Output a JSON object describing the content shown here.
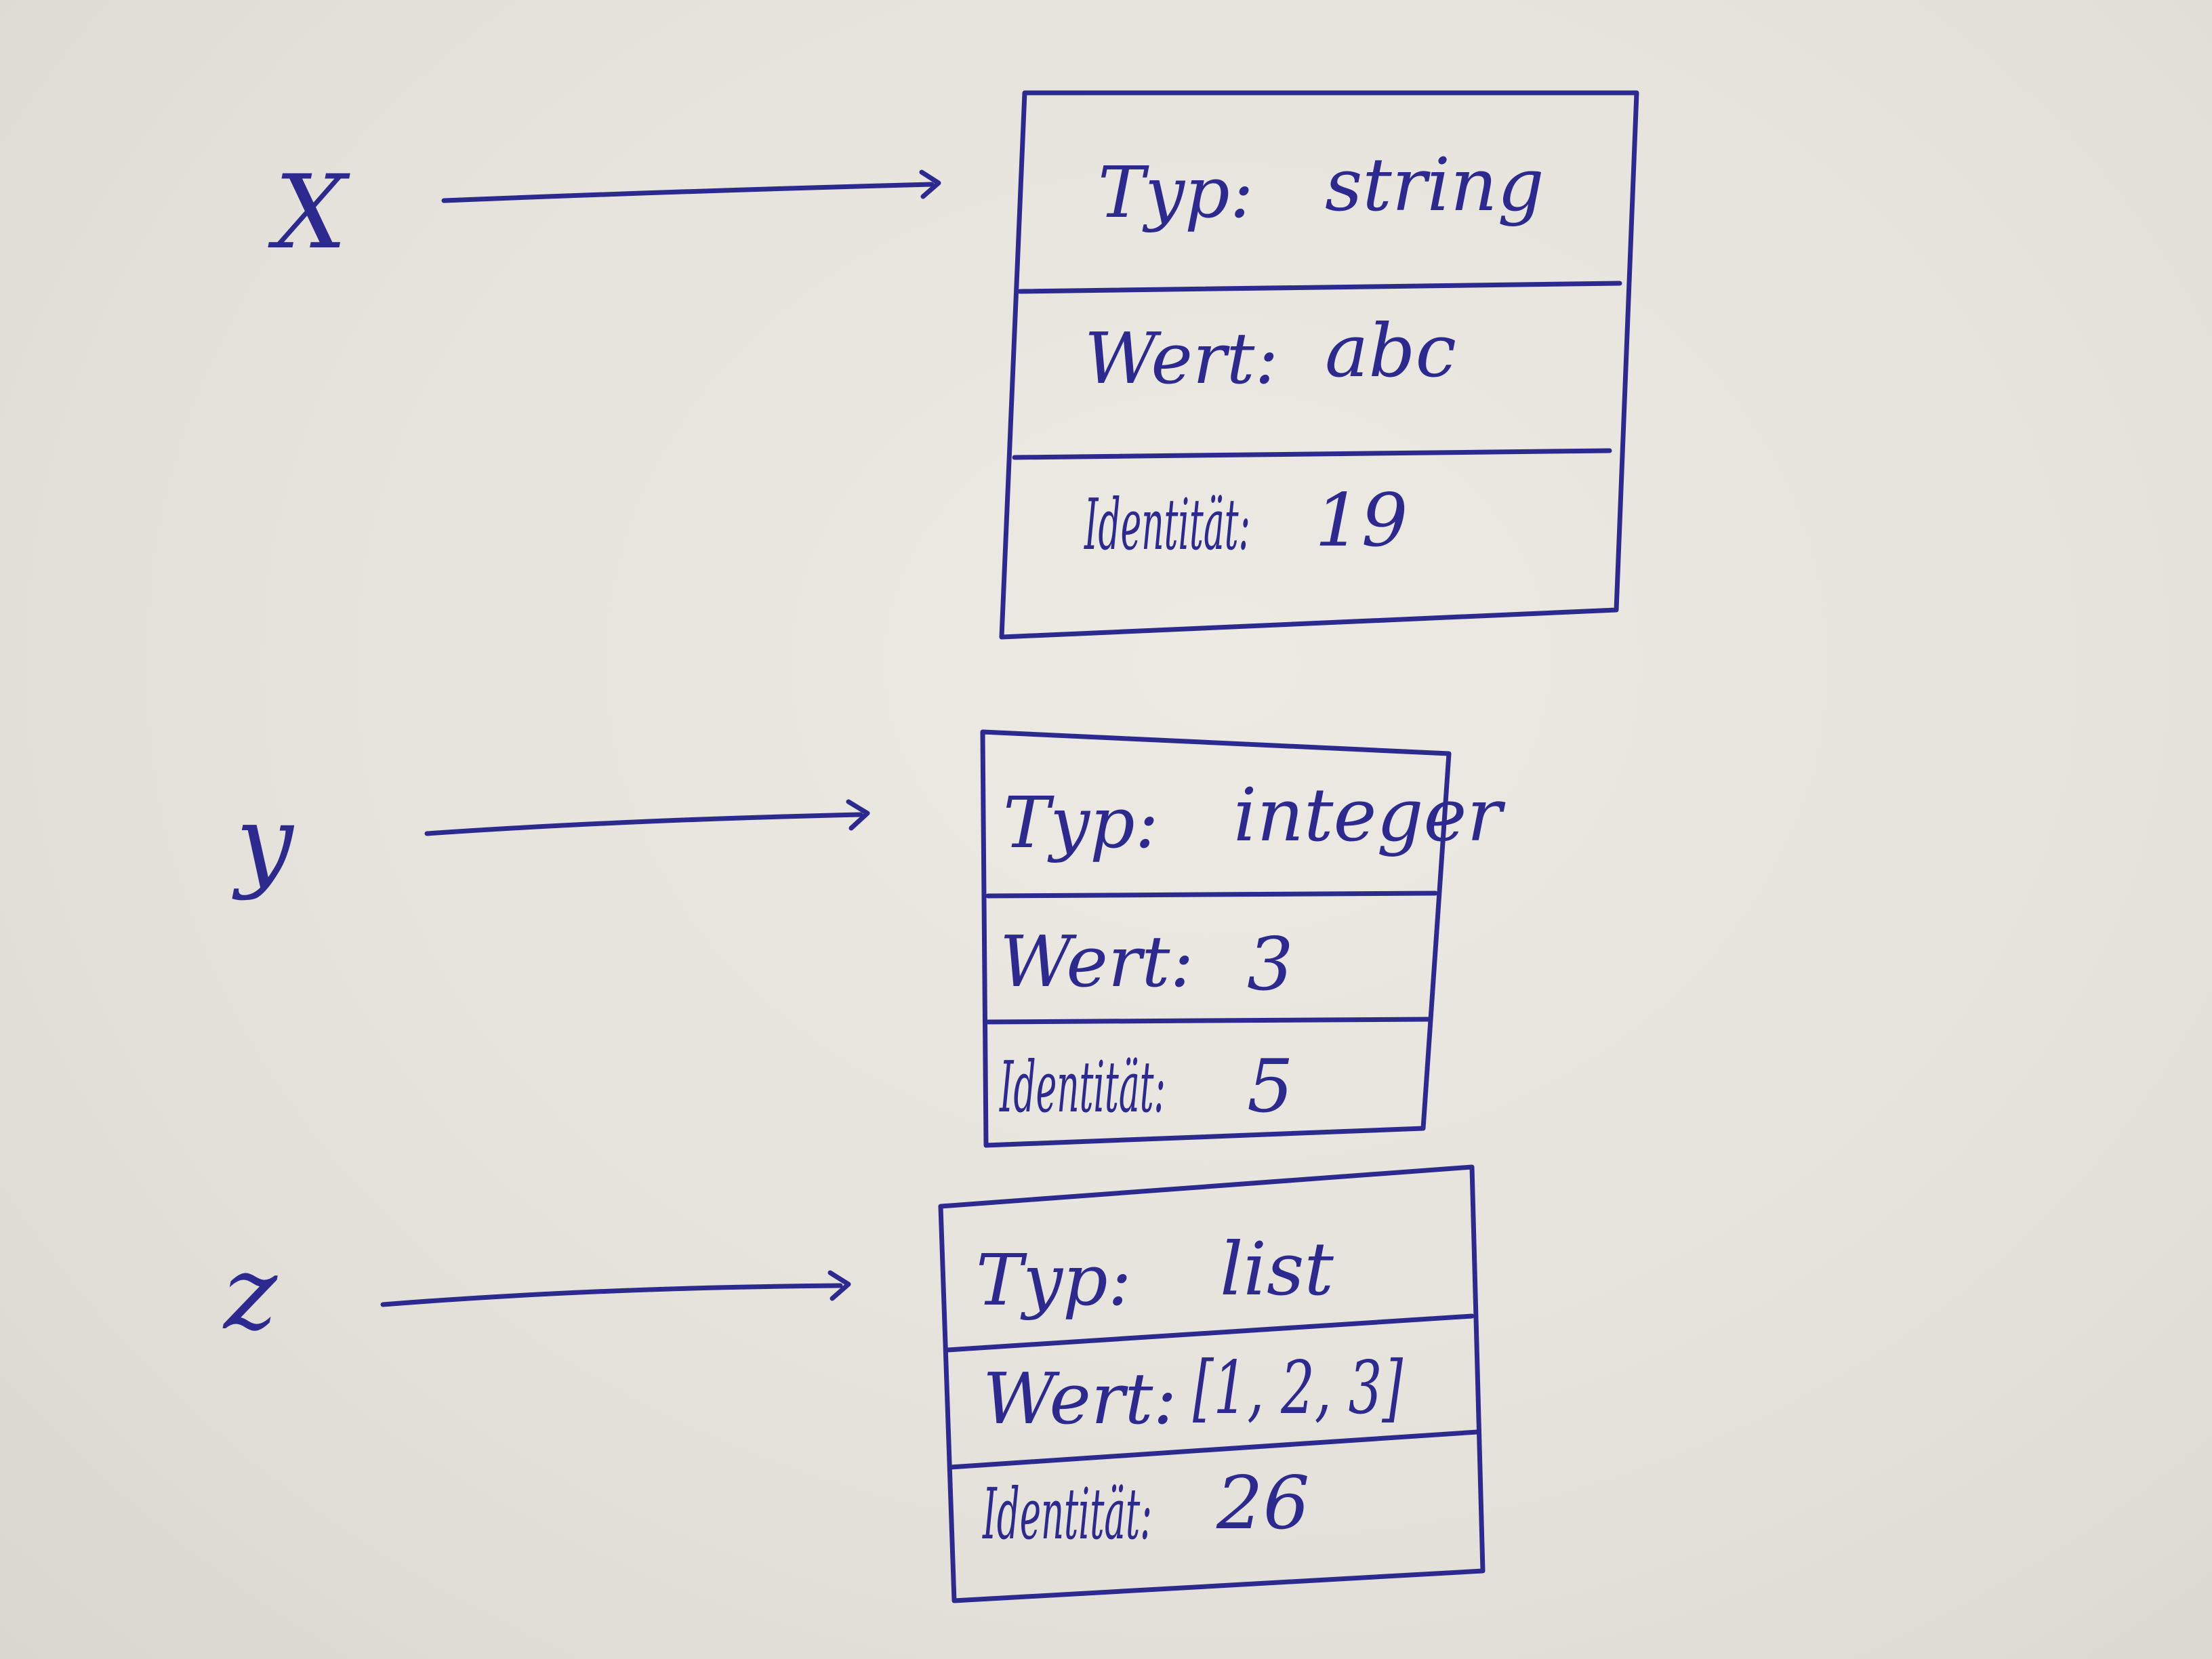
{
  "colors": {
    "paper": "#e6e4dc",
    "ink": "#2d2a8f"
  },
  "variables": [
    {
      "name": "X",
      "object": {
        "rows": [
          {
            "label": "Typ:",
            "value": "string"
          },
          {
            "label": "Wert:",
            "value": "abc"
          },
          {
            "label": "Identität:",
            "value": "19"
          }
        ]
      }
    },
    {
      "name": "y",
      "object": {
        "rows": [
          {
            "label": "Typ:",
            "value": "integer"
          },
          {
            "label": "Wert:",
            "value": "3"
          },
          {
            "label": "Identität:",
            "value": "5"
          }
        ]
      }
    },
    {
      "name": "z",
      "object": {
        "rows": [
          {
            "label": "Typ:",
            "value": "list"
          },
          {
            "label": "Wert:",
            "value": "[1, 2, 3]"
          },
          {
            "label": "Identität:",
            "value": "26"
          }
        ]
      }
    }
  ]
}
